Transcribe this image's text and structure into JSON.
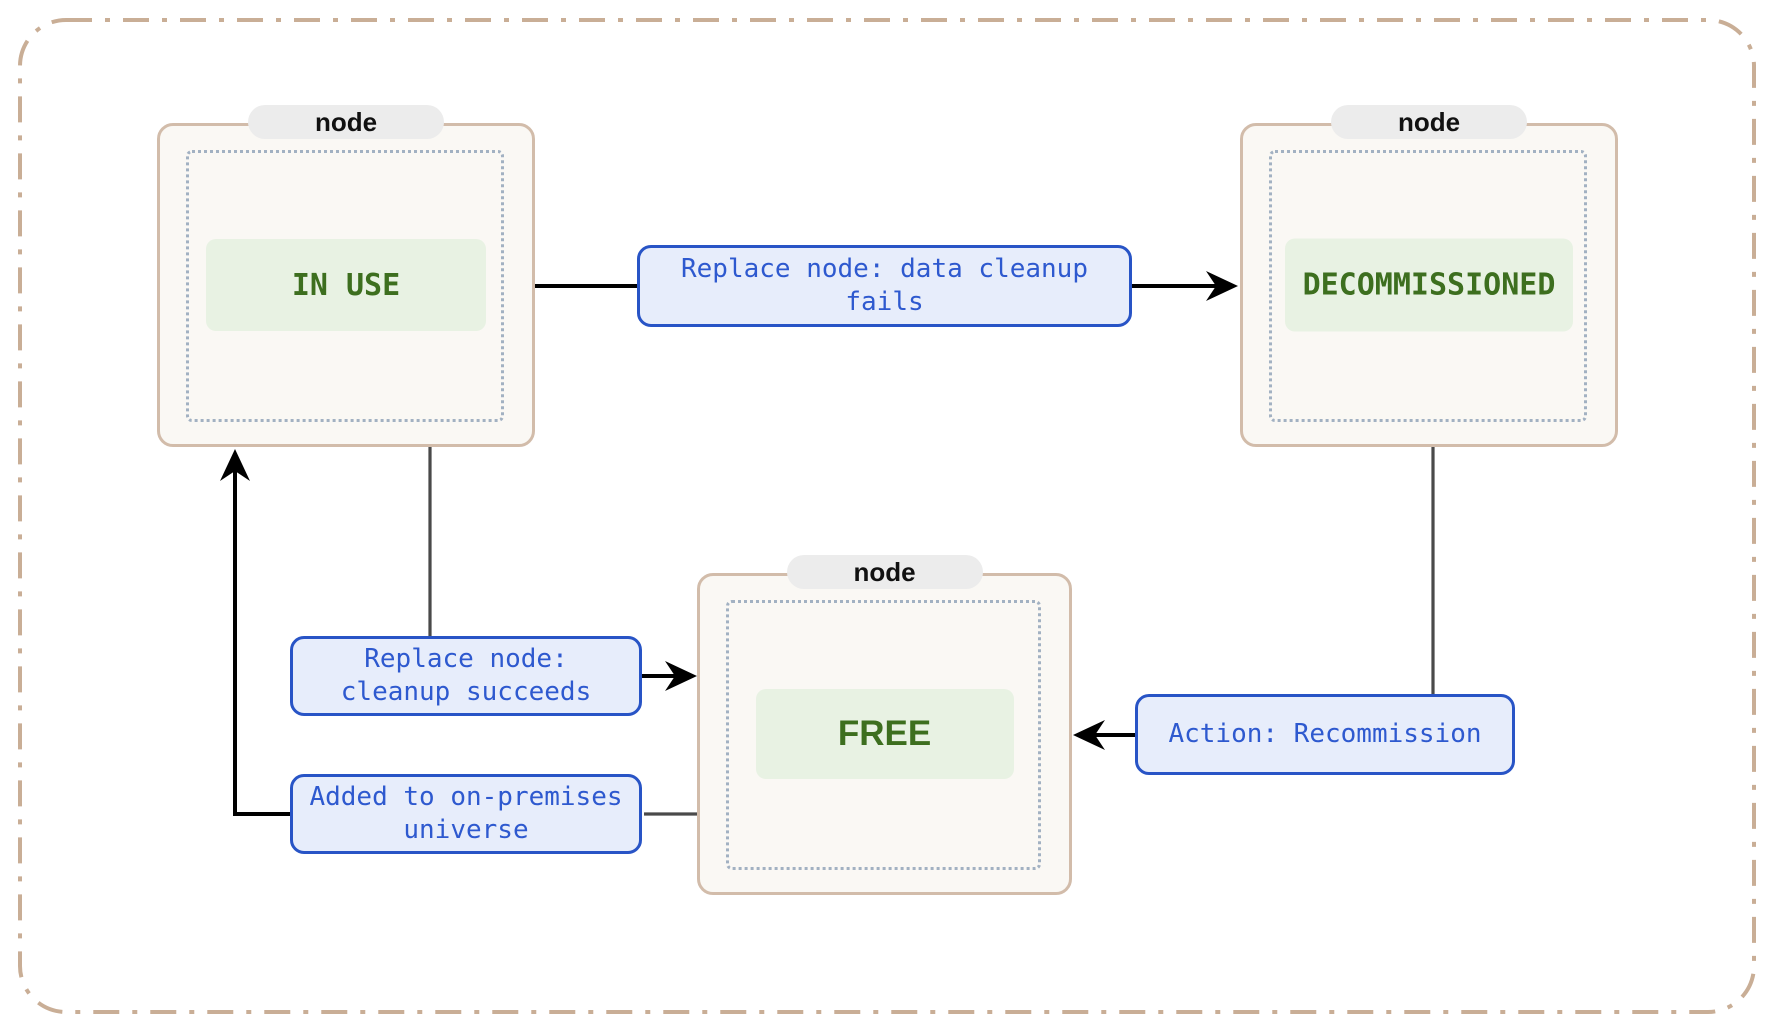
{
  "diagram": {
    "type": "state-transition-diagram",
    "nodes": [
      {
        "id": "in-use",
        "container_label": "node",
        "state": "IN USE"
      },
      {
        "id": "decommissioned",
        "container_label": "node",
        "state": "DECOMMISSIONED"
      },
      {
        "id": "free",
        "container_label": "node",
        "state": "FREE"
      }
    ],
    "edges": [
      {
        "from": "in-use",
        "to": "decommissioned",
        "lines": [
          "Replace node: data cleanup",
          "fails"
        ]
      },
      {
        "from": "in-use",
        "to": "free",
        "lines": [
          "Replace node:",
          "cleanup succeeds"
        ]
      },
      {
        "from": "free",
        "to": "in-use",
        "lines": [
          "Added to on-premises",
          "universe"
        ]
      },
      {
        "from": "decommissioned",
        "to": "free",
        "lines": [
          "Action: Recommission"
        ]
      }
    ]
  },
  "colors": {
    "frame_border": "#c9ae96",
    "node_border": "#d2bcaa",
    "node_fill": "#faf8f4",
    "pill_fill": "#ececec",
    "pill_text": "#111111",
    "dotted_border": "#a2b1c2",
    "state_fill": "#e8f2e3",
    "state_text": "#3d6f1f",
    "label_border": "#2854c6",
    "label_fill": "#e7edfb",
    "label_text": "#2e59cf",
    "edge_line": "#4a4a4a",
    "arrow": "#000000"
  }
}
